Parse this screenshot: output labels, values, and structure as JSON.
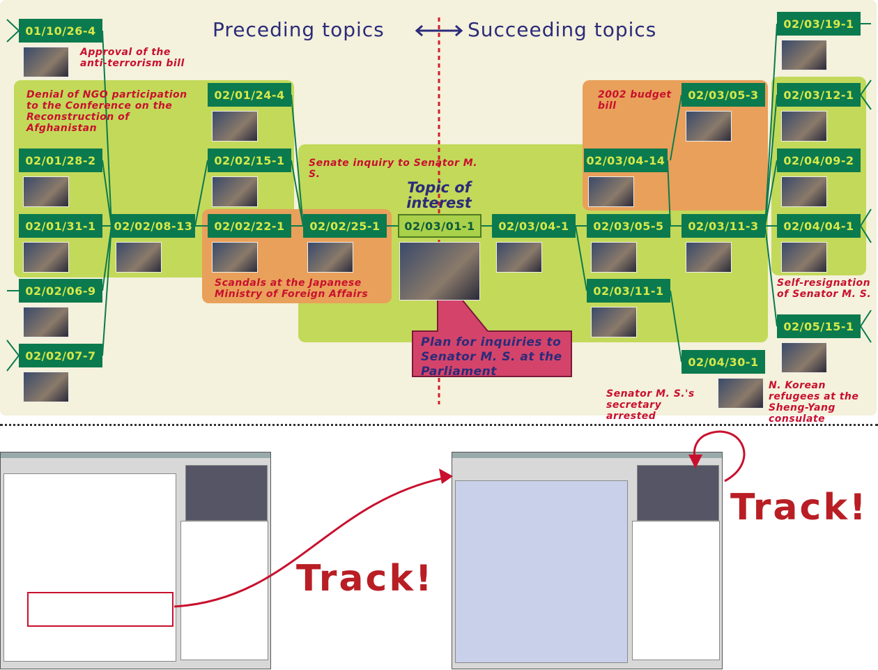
{
  "headings": {
    "preceding": "Preceding topics",
    "succeeding": "Succeeding topics",
    "focus": "Topic of interest"
  },
  "nodes": [
    "01/10/26-4",
    "02/01/28-2",
    "02/01/31-1",
    "02/02/06-9",
    "02/02/07-7",
    "02/02/08-13",
    "02/01/24-4",
    "02/02/15-1",
    "02/02/22-1",
    "02/02/25-1",
    "02/03/01-1",
    "02/03/04-1",
    "02/03/04-14",
    "02/03/05-5",
    "02/03/11-1",
    "02/03/05-3",
    "02/03/11-3",
    "02/04/30-1",
    "02/03/19-1",
    "02/03/12-1",
    "02/04/09-2",
    "02/04/04-1",
    "02/05/15-1"
  ],
  "topics": {
    "approval": "Approval of the anti-terrorism bill",
    "ngo": "Denial of NGO participation to the Conference on the Reconstruction of Afghanistan",
    "senate": "Senate inquiry to Senator M. S.",
    "scandals": "Scandals at the Japanese Ministry of Foreign Affairs",
    "budget": "2002 budget bill",
    "plan": "Plan for inquiries to Senator M. S. at the Parliament",
    "resign": "Self-resignation of Senator M. S.",
    "secretary": "Senator M. S.'s secretary arrested",
    "korean": "N. Korean refugees at the Sheng-Yang consulate"
  },
  "track_label": "Track!",
  "colors": {
    "node": "#0b7a4e",
    "node_text": "#d6e84a",
    "region_green": "#c3d95a",
    "region_orange": "#e9a05a",
    "topic_text": "#c8102e",
    "track": "#b81e24",
    "plan_box": "#d4446a"
  }
}
